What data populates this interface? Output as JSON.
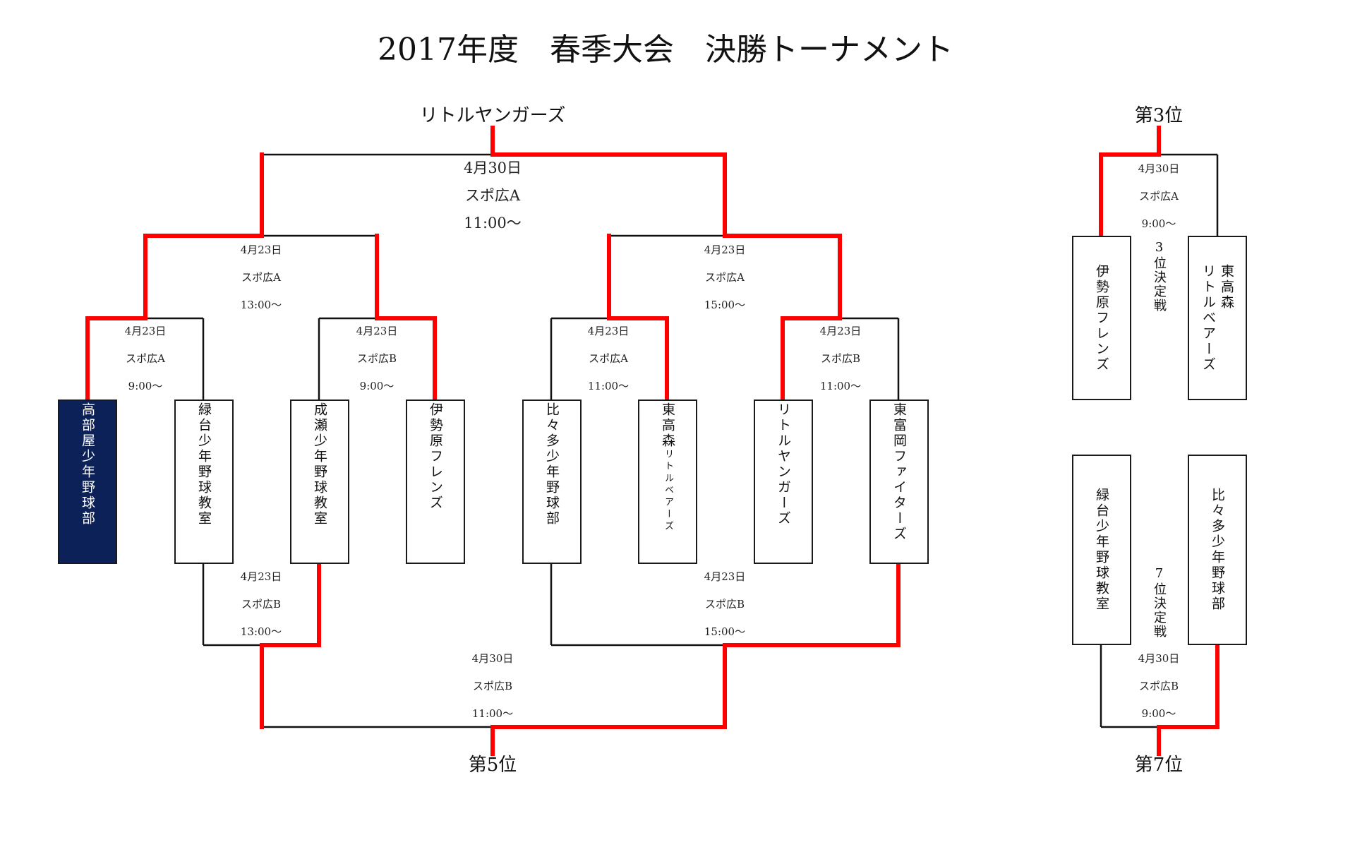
{
  "title": "2017年度　春季大会　決勝トーナメント",
  "colors": {
    "win_line": "#ff0000",
    "line": "#111111",
    "highlight_box": "#0d2159"
  },
  "main_bracket": {
    "champion": "リトルヤンガーズ",
    "fifth_place_label": "第5位",
    "teams": [
      {
        "name": "高部屋少年野球部",
        "highlight": true
      },
      {
        "name": "緑台少年野球教室",
        "highlight": false
      },
      {
        "name": "成瀬少年野球教室",
        "highlight": false
      },
      {
        "name": "伊勢原フレンズ",
        "highlight": false
      },
      {
        "name": "比々多少年野球部",
        "highlight": false
      },
      {
        "name": "東高森",
        "sub": "リトルベアーズ",
        "highlight": false
      },
      {
        "name": "リトルヤンガーズ",
        "highlight": false
      },
      {
        "name": "東富岡ファイターズ",
        "highlight": false
      }
    ],
    "quarterfinals": [
      {
        "date": "4月23日",
        "venue": "スポ広A",
        "time": "9:00〜",
        "winner": "高部屋少年野球部"
      },
      {
        "date": "4月23日",
        "venue": "スポ広B",
        "time": "9:00〜",
        "winner": "伊勢原フレンズ"
      },
      {
        "date": "4月23日",
        "venue": "スポ広A",
        "time": "11:00〜",
        "winner": "東高森リトルベアーズ"
      },
      {
        "date": "4月23日",
        "venue": "スポ広B",
        "time": "11:00〜",
        "winner": "リトルヤンガーズ"
      }
    ],
    "semifinals": [
      {
        "date": "4月23日",
        "venue": "スポ広A",
        "time": "13:00〜",
        "winner": "高部屋少年野球部"
      },
      {
        "date": "4月23日",
        "venue": "スポ広A",
        "time": "15:00〜",
        "winner": "リトルヤンガーズ"
      }
    ],
    "final": {
      "date": "4月30日",
      "venue": "スポ広A",
      "time": "11:00〜",
      "winner": "リトルヤンガーズ"
    },
    "fifth_semis": [
      {
        "date": "4月23日",
        "venue": "スポ広B",
        "time": "13:00〜",
        "winner": "成瀬少年野球教室"
      },
      {
        "date": "4月23日",
        "venue": "スポ広B",
        "time": "15:00〜",
        "winner": "東富岡ファイターズ"
      }
    ],
    "fifth_final": {
      "date": "4月30日",
      "venue": "スポ広B",
      "time": "11:00〜",
      "winner": "東富岡ファイターズ"
    }
  },
  "third_place": {
    "label": "第3位",
    "match_name": "3位決定戦",
    "date": "4月30日",
    "venue": "スポ広A",
    "time": "9:00〜",
    "teams": [
      {
        "name": "伊勢原フレンズ"
      },
      {
        "name": "東高森\nリトルベアーズ"
      }
    ],
    "winner": "伊勢原フレンズ"
  },
  "seventh_place": {
    "label": "第7位",
    "match_name": "7位決定戦",
    "date": "4月30日",
    "venue": "スポ広B",
    "time": "9:00〜",
    "teams": [
      {
        "name": "緑台少年野球教室"
      },
      {
        "name": "比々多少年野球部"
      }
    ],
    "winner": "比々多少年野球部"
  }
}
